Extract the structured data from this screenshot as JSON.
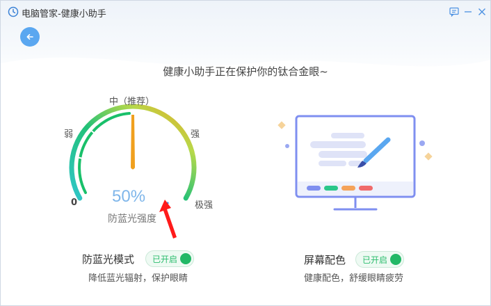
{
  "window": {
    "title": "电脑管家-健康小助手"
  },
  "header": {
    "headline": "健康小助手正在保护你的钛合金眼~"
  },
  "gauge": {
    "labels": {
      "zero": "0",
      "weak": "弱",
      "middle": "中（推荐）",
      "strong": "强",
      "very_strong": "极强"
    },
    "value_percent": 50,
    "value_text": "50%",
    "caption": "防蓝光强度"
  },
  "modes": {
    "blue_light": {
      "title": "防蓝光模式",
      "toggle_label": "已开启",
      "enabled": true,
      "description": "降低蓝光辐射，保护眼睛"
    },
    "screen_color": {
      "title": "屏幕配色",
      "toggle_label": "已开启",
      "enabled": true,
      "description": "健康配色，舒缓眼睛疲劳"
    }
  },
  "colors": {
    "accent_blue": "#5aa7f0",
    "toggle_green": "#22b866",
    "needle_orange": "#f0a01e",
    "monitor_stroke": "#7f8ff0"
  },
  "icons": {
    "app": "clock-icon",
    "feedback": "chat-icon",
    "minimize": "minimize-icon",
    "close": "close-icon",
    "back": "back-arrow-icon"
  }
}
